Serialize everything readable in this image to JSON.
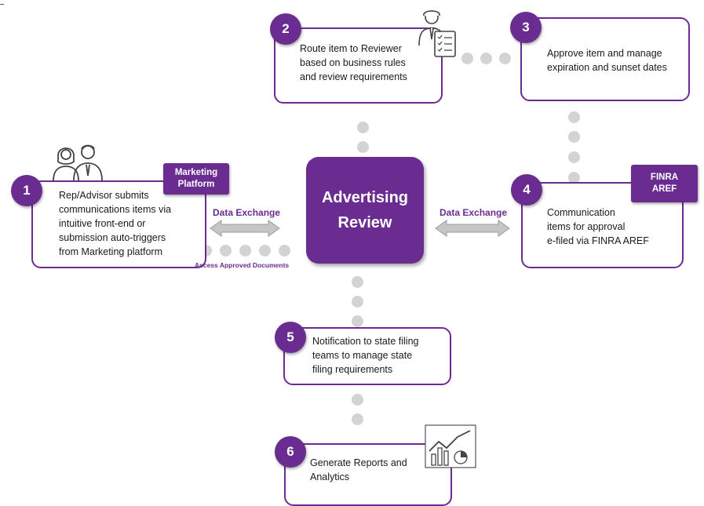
{
  "center": {
    "title": "Advertising\nReview"
  },
  "steps": [
    {
      "number": "1",
      "text": "Rep/Advisor submits\ncommunications items via\nintuitive front-end or\nsubmission auto-triggers\nfrom Marketing platform"
    },
    {
      "number": "2",
      "text": "Route item to Reviewer\nbased on business rules\nand review requirements"
    },
    {
      "number": "3",
      "text": "Approve item and manage\nexpiration and sunset dates"
    },
    {
      "number": "4",
      "text": "Communication\nitems for approval\ne-filed via FINRA AREF"
    },
    {
      "number": "5",
      "text": "Notification to state filing\nteams to manage state\nfiling requirements"
    },
    {
      "number": "6",
      "text": "Generate Reports and\nAnalytics"
    }
  ],
  "tags": {
    "marketing": "Marketing\nPlatform",
    "finra": "FINRA\nAREF"
  },
  "exchange": {
    "left": "Data Exchange",
    "right": "Data Exchange",
    "access": "Access Approved Documents"
  },
  "icons": {
    "users": "people-icon",
    "reviewer": "reviewer-checklist-icon",
    "analytics": "analytics-chart-icon",
    "arrow": "double-arrow-icon"
  },
  "colors": {
    "accent": "#6b2c91",
    "dots": "#d3d3d3",
    "arrow": "#bcbcbc",
    "card_border": "#6b2c91"
  }
}
